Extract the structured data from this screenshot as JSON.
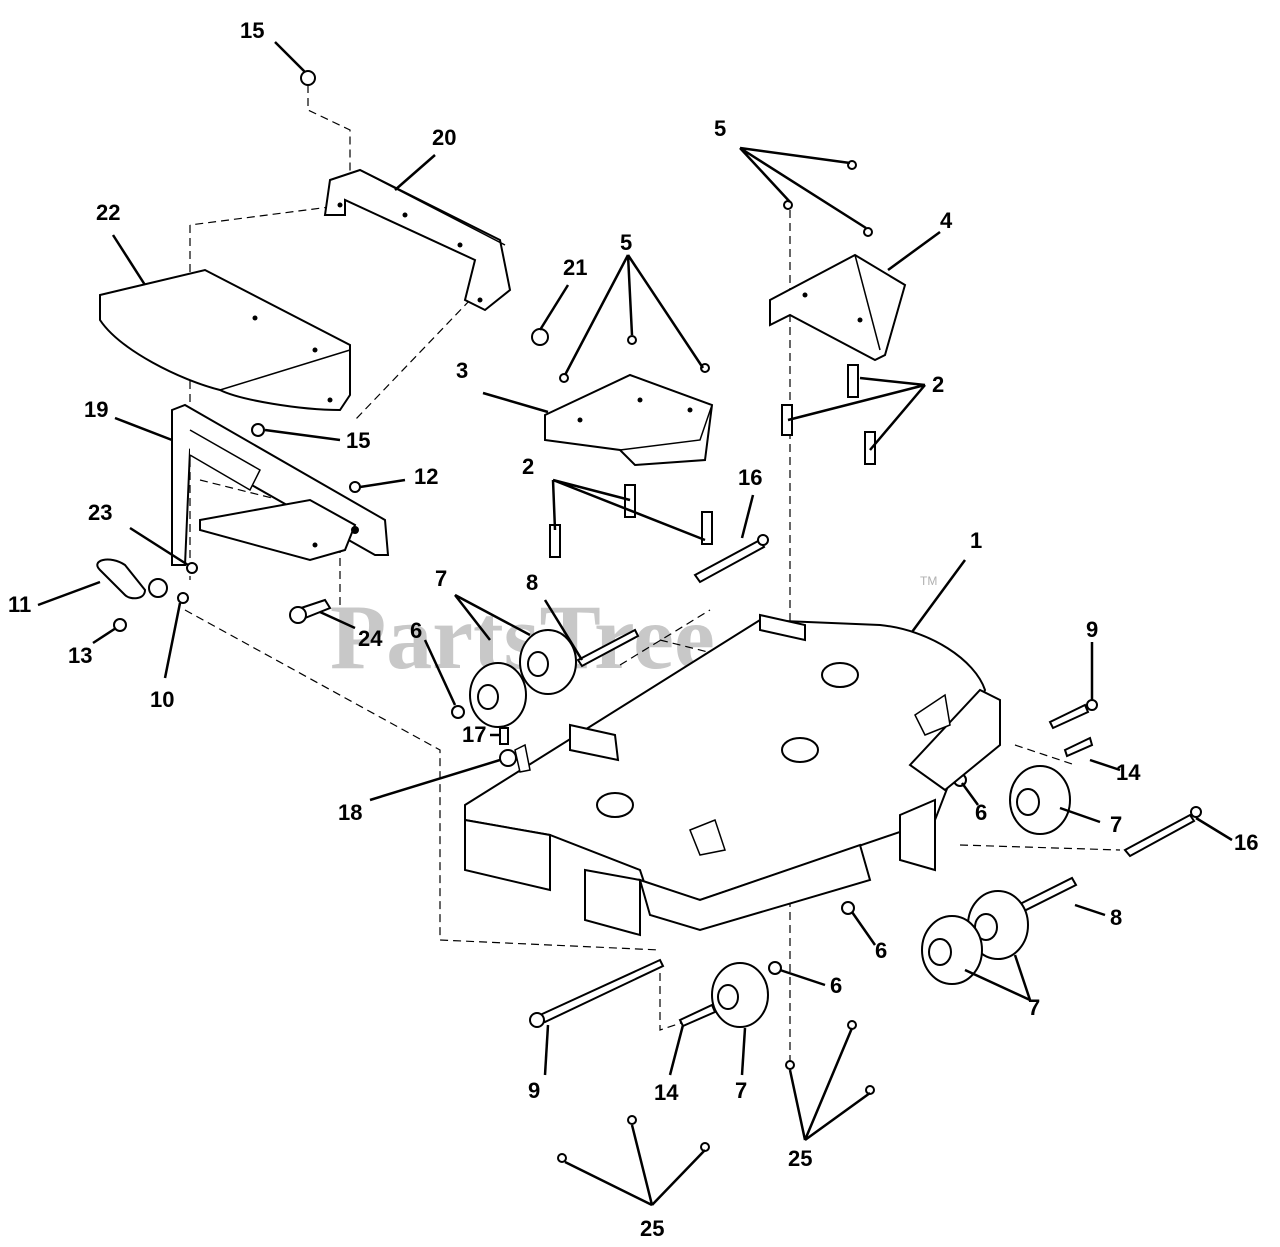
{
  "watermark": {
    "text": "PartsTree",
    "mark": "TM"
  },
  "callouts": [
    {
      "id": "c15a",
      "label": "15"
    },
    {
      "id": "c20",
      "label": "20"
    },
    {
      "id": "c22",
      "label": "22"
    },
    {
      "id": "c21",
      "label": "21"
    },
    {
      "id": "c5a",
      "label": "5"
    },
    {
      "id": "c5b",
      "label": "5"
    },
    {
      "id": "c4",
      "label": "4"
    },
    {
      "id": "c3",
      "label": "3"
    },
    {
      "id": "c2a",
      "label": "2"
    },
    {
      "id": "c2b",
      "label": "2"
    },
    {
      "id": "c19",
      "label": "19"
    },
    {
      "id": "c15b",
      "label": "15"
    },
    {
      "id": "c12",
      "label": "12"
    },
    {
      "id": "c23",
      "label": "23"
    },
    {
      "id": "c16a",
      "label": "16"
    },
    {
      "id": "c1",
      "label": "1"
    },
    {
      "id": "c11",
      "label": "11"
    },
    {
      "id": "c13",
      "label": "13"
    },
    {
      "id": "c10",
      "label": "10"
    },
    {
      "id": "c24",
      "label": "24"
    },
    {
      "id": "c7a",
      "label": "7"
    },
    {
      "id": "c8a",
      "label": "8"
    },
    {
      "id": "c6a",
      "label": "6"
    },
    {
      "id": "c9a",
      "label": "9"
    },
    {
      "id": "c17",
      "label": "17"
    },
    {
      "id": "c18",
      "label": "18"
    },
    {
      "id": "c14a",
      "label": "14"
    },
    {
      "id": "c6b",
      "label": "6"
    },
    {
      "id": "c7b",
      "label": "7"
    },
    {
      "id": "c16b",
      "label": "16"
    },
    {
      "id": "c8b",
      "label": "8"
    },
    {
      "id": "c6c",
      "label": "6"
    },
    {
      "id": "c6d",
      "label": "6"
    },
    {
      "id": "c7c",
      "label": "7"
    },
    {
      "id": "c9b",
      "label": "9"
    },
    {
      "id": "c14b",
      "label": "14"
    },
    {
      "id": "c7d",
      "label": "7"
    },
    {
      "id": "c25a",
      "label": "25"
    },
    {
      "id": "c25b",
      "label": "25"
    }
  ]
}
